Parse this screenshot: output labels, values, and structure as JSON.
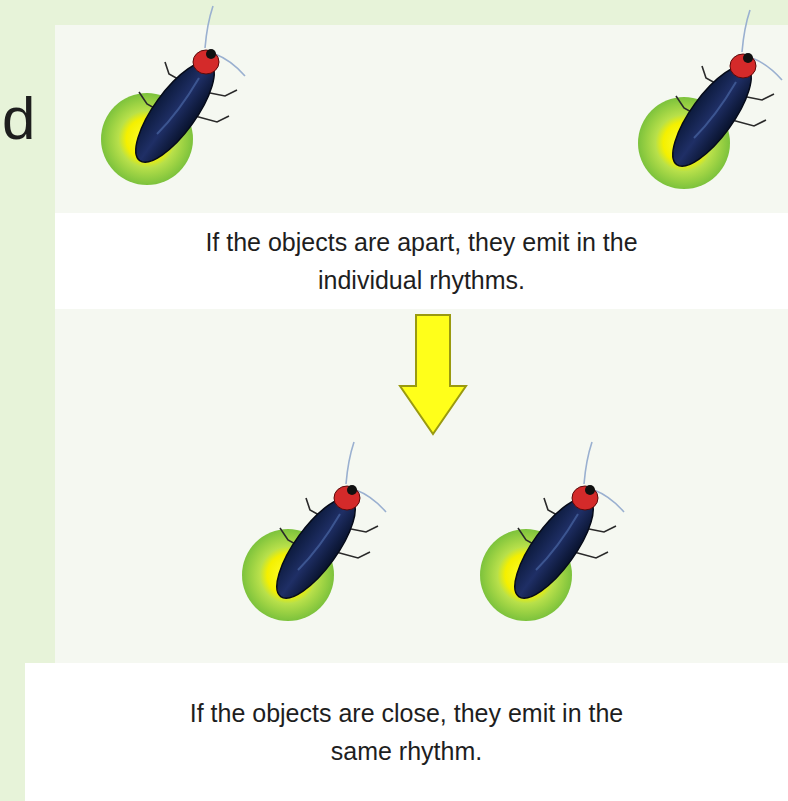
{
  "diagram": {
    "nodes": [
      {
        "text": [
          "If the objects are apart, they emit in the individual rhythms."
        ]
      },
      {
        "text": [
          "If the objects are close, they emit in the same rhythm."
        ]
      }
    ],
    "labels": [
      "d"
    ]
  }
}
